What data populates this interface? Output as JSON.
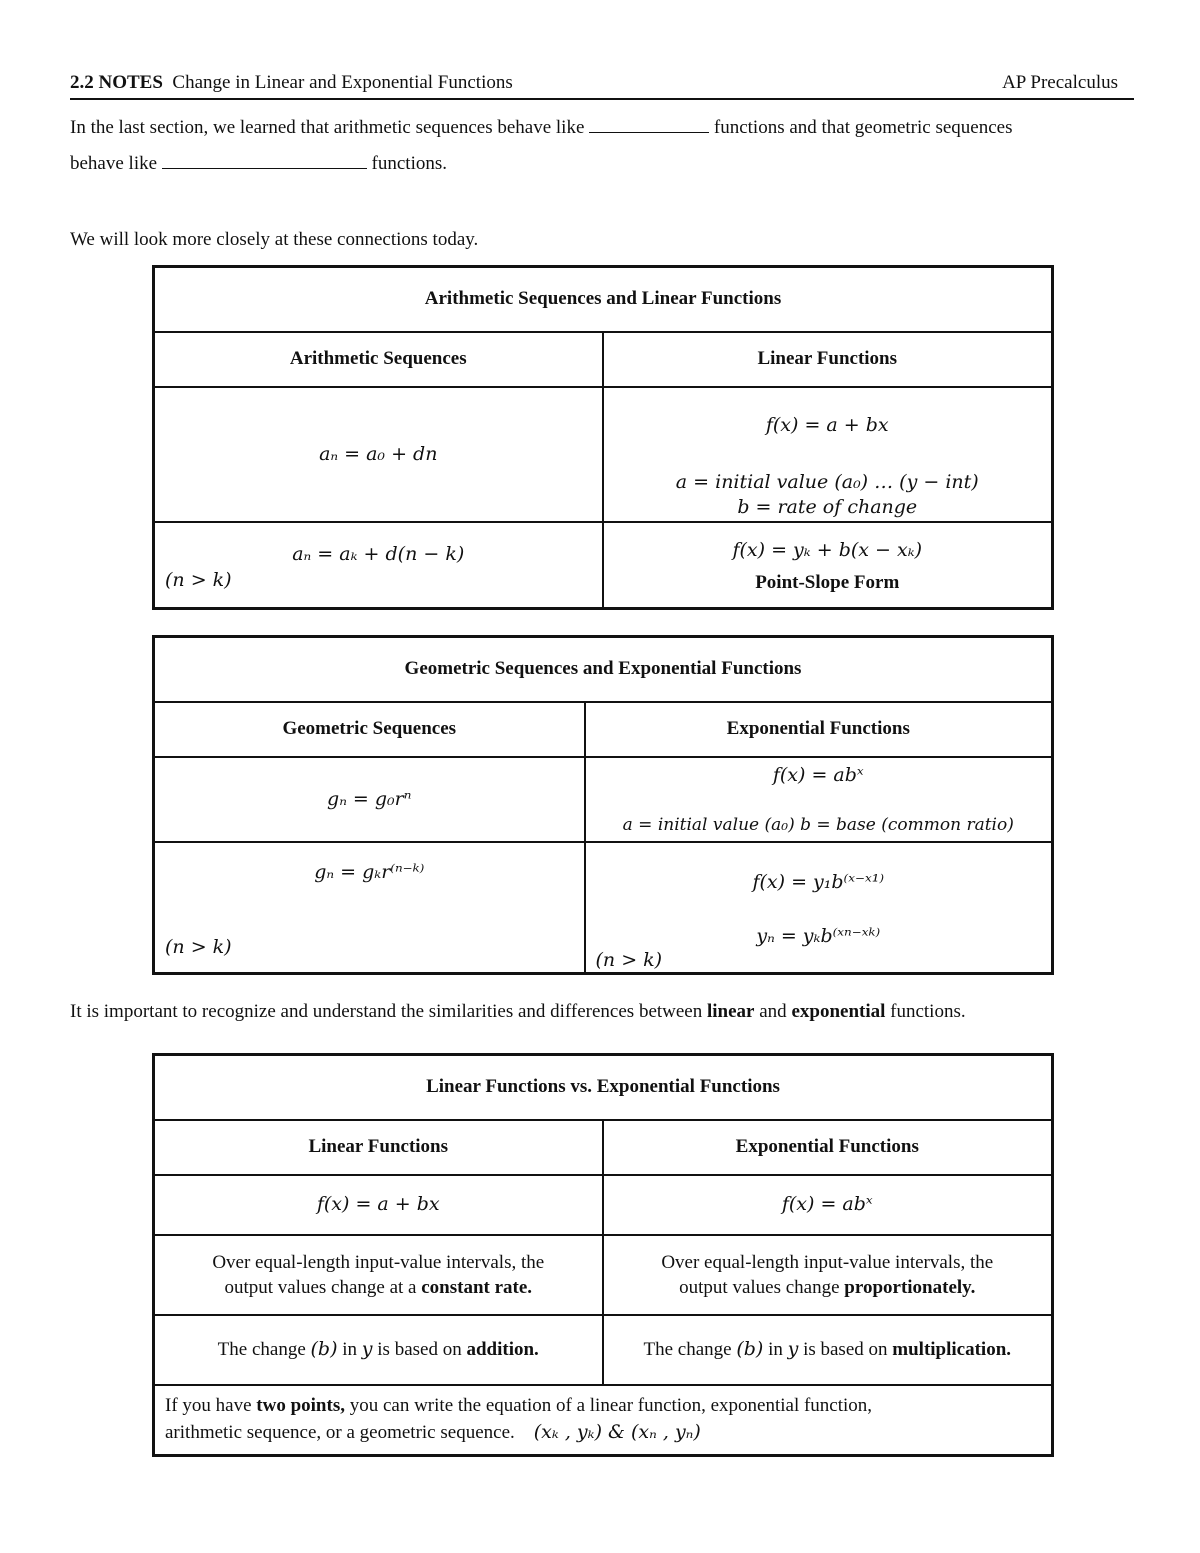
{
  "header": {
    "notes_label": "2.2 NOTES",
    "title": "Change in Linear and Exponential Functions",
    "course": "AP Precalculus"
  },
  "intro": {
    "line1_a": "In the last section, we learned that arithmetic sequences behave like",
    "line1_b": "functions and that geometric sequences",
    "line2_a": "behave like",
    "line2_b": "functions.",
    "line3": "We will look more closely at these connections today."
  },
  "table1": {
    "title": "Arithmetic Sequences and Linear Functions",
    "col_left": "Arithmetic Sequences",
    "col_right": "Linear Functions",
    "r1_left": "aₙ = a₀ + dn",
    "r1_right_main": "f(x) = a + bx",
    "r1_right_a": "a = initial value (a₀) … (y − int)",
    "r1_right_b": "b = rate of change",
    "r2_left": "aₙ = aₖ + d(n − k)",
    "r2_left_note": "(n > k)",
    "r2_right_main": "f(x) = yₖ + b(x − xₖ)",
    "r2_right_label": "Point-Slope Form"
  },
  "table2": {
    "title": "Geometric Sequences and Exponential Functions",
    "col_left": "Geometric Sequences",
    "col_right": "Exponential Functions",
    "r1_left": "gₙ = g₀rⁿ",
    "r1_right_main": "f(x) = abˣ",
    "r1_right_note": "a = initial value (a₀)   b = base (common ratio)",
    "r2_left": "gₙ = gₖr⁽ⁿ⁻ᵏ⁾",
    "r2_left_note": "(n > k)",
    "r2_right_a": "f(x) = y₁b⁽ˣ⁻ˣ¹⁾",
    "r2_right_b": "yₙ = yₖb⁽ˣⁿ⁻ˣᵏ⁾",
    "r2_right_note": "(n > k)"
  },
  "middle": {
    "a": "It is important to recognize and understand the similarities and differences between",
    "linear": "linear",
    "and": "and",
    "exponential": "exponential",
    "b": "functions."
  },
  "table3": {
    "title": "Linear Functions vs. Exponential Functions",
    "col_left": "Linear Functions",
    "col_right": "Exponential Functions",
    "r1_left": "f(x) = a + bx",
    "r1_right": "f(x) = abˣ",
    "r2_left_a": "Over equal-length input-value intervals, the",
    "r2_left_b": "output values change at a",
    "r2_left_bold": "constant rate.",
    "r2_right_a": "Over equal-length input-value intervals, the",
    "r2_right_b": "output values change",
    "r2_right_bold": "proportionately.",
    "r3_left_a": "The change",
    "r3_left_var": "(b)",
    "r3_left_b": "in",
    "r3_left_y": "y",
    "r3_left_c": "is based on",
    "r3_left_bold": "addition.",
    "r3_right_a": "The change",
    "r3_right_var": "(b)",
    "r3_right_b": "in",
    "r3_right_y": "y",
    "r3_right_c": "is based on",
    "r3_right_bold": "multiplication.",
    "bottom_a": "If you have",
    "bottom_bold": "two points,",
    "bottom_b": "you can write the equation of a linear function, exponential function,",
    "bottom_c": "arithmetic sequence, or a geometric sequence.",
    "bottom_points": "(xₖ , yₖ) & (xₙ , yₙ)"
  }
}
